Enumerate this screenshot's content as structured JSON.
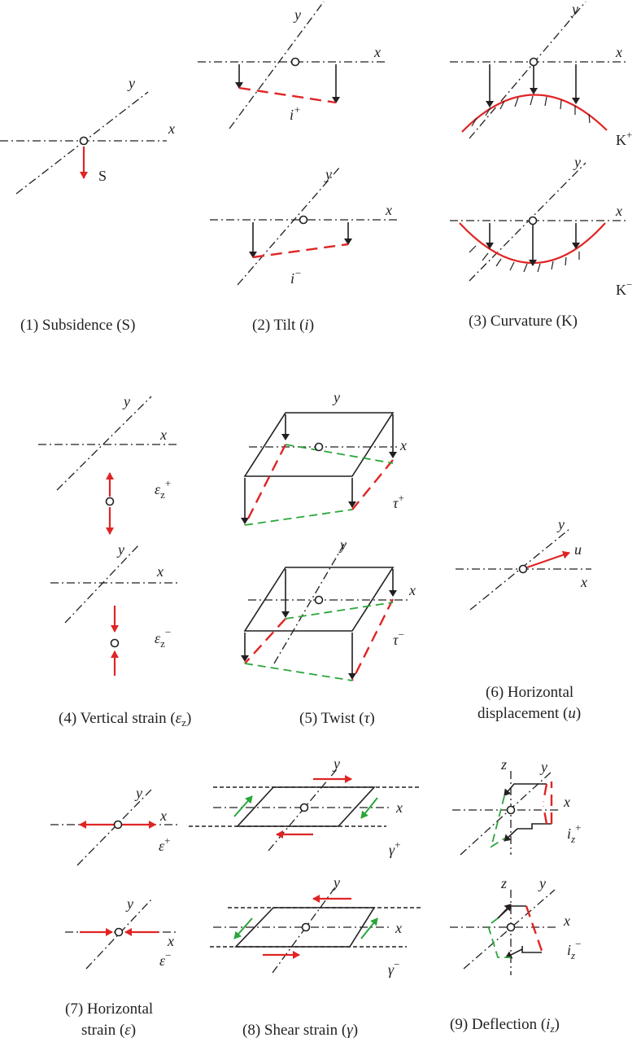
{
  "labels": {
    "x": "x",
    "y": "y",
    "z": "z",
    "S": "S",
    "i": "i",
    "K": "K",
    "eps": "ε",
    "eps_z_sub": "z",
    "tau": "τ",
    "u": "u",
    "gamma": "γ",
    "iz_sub": "z",
    "plus": "+",
    "minus": "−"
  },
  "captions": {
    "c1": "(1) Subsidence (S)",
    "c2_pre": "(2) Tilt (",
    "c2_sym": "i",
    "c2_post": ")",
    "c3": "(3) Curvature (K)",
    "c4_pre": "(4) Vertical strain (",
    "c4_sym": "ε",
    "c4_sub": "z",
    "c4_post": ")",
    "c5_pre": "(5) Twist (",
    "c5_sym": "τ",
    "c5_post": ")",
    "c6_line1": "(6) Horizontal",
    "c6_line2_pre": "displacement (",
    "c6_sym": "u",
    "c6_post": ")",
    "c7_line1": "(7) Horizontal",
    "c7_line2_pre": "strain (",
    "c7_sym": "ε",
    "c7_post": ")",
    "c8_pre": "(8) Shear strain (",
    "c8_sym": "γ",
    "c8_post": ")",
    "c9_pre": "(9) Deflection (",
    "c9_sym": "i",
    "c9_sub": "z",
    "c9_post": ")"
  },
  "colors": {
    "black": "#231f20",
    "red": "#e02424",
    "green": "#2aa63a"
  }
}
